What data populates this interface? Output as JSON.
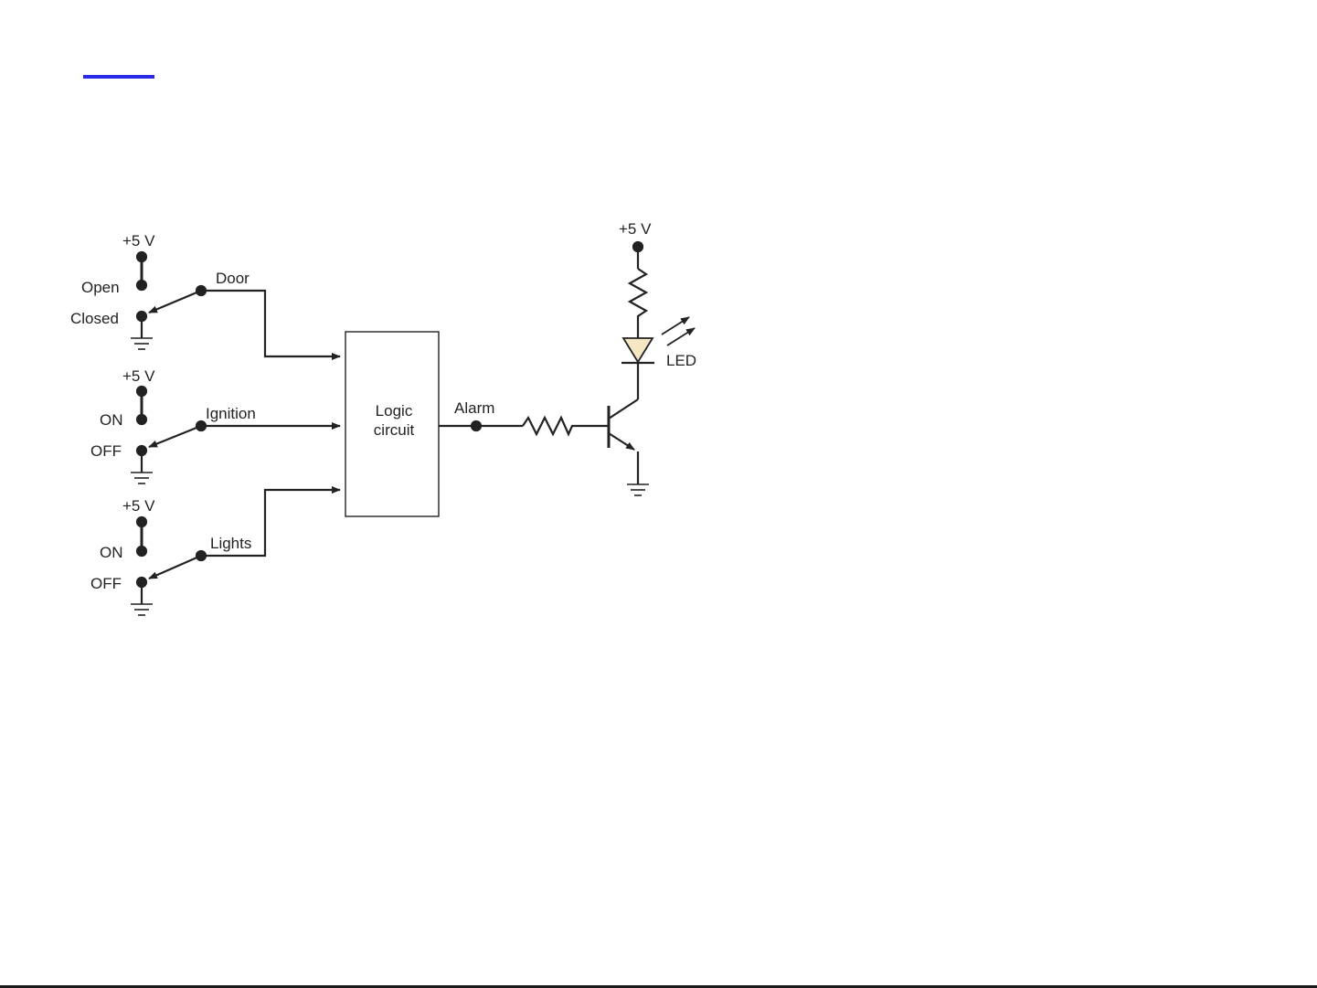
{
  "colors": {
    "accent_bar": "#2a2ae6",
    "wire": "#222222",
    "led_fill": "#f5e6c4",
    "bottom_rule": "#1a1a1a"
  },
  "door_switch": {
    "supply": "+5 V",
    "upper_contact": "Open",
    "lower_contact": "Closed",
    "signal": "Door"
  },
  "ignition_switch": {
    "supply": "+5 V",
    "upper_contact": "ON",
    "lower_contact": "OFF",
    "signal": "Ignition"
  },
  "lights_switch": {
    "supply": "+5 V",
    "upper_contact": "ON",
    "lower_contact": "OFF",
    "signal": "Lights"
  },
  "logic_block": {
    "line1": "Logic",
    "line2": "circuit"
  },
  "output": {
    "signal": "Alarm"
  },
  "driver": {
    "supply": "+5 V",
    "led_label": "LED"
  }
}
